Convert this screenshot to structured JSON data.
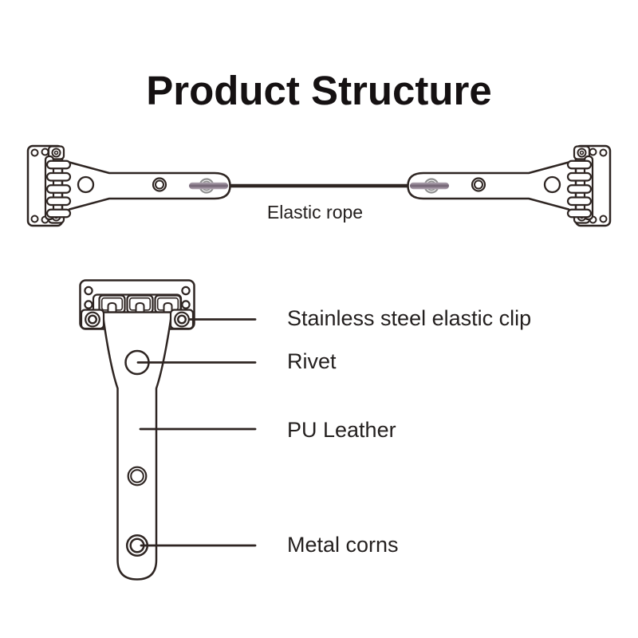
{
  "title": "Product Structure",
  "colors": {
    "line_color": "#2e2522",
    "text_color": "#231f1e",
    "title_color": "#151112",
    "background": "#ffffff",
    "rope_bar_dark": "#6f6070",
    "rope_bar_light": "#b5aab6",
    "grommet_gray": "#8f8f8f"
  },
  "top_view": {
    "rope_label": "Elastic rope"
  },
  "front_view": {
    "callouts": [
      {
        "part": "stainless-steel-elastic-clip",
        "label": "Stainless steel elastic clip"
      },
      {
        "part": "rivet",
        "label": "Rivet"
      },
      {
        "part": "pu-leather",
        "label": "PU Leather"
      },
      {
        "part": "metal-corns",
        "label": "Metal corns"
      }
    ]
  }
}
